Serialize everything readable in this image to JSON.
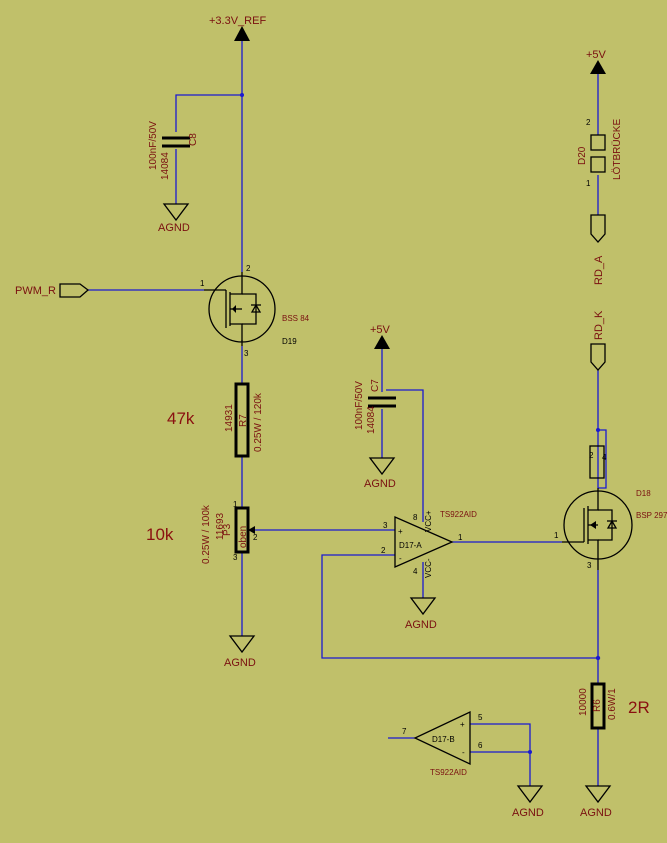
{
  "nets": {
    "v33_ref": "+3.3V_REF",
    "v5_top": "+5V",
    "v5_mid": "+5V",
    "agnd": "AGND",
    "pwm_r": "PWM_R",
    "rd_a": "RD_A",
    "rd_k": "RD_K"
  },
  "components": {
    "c8": {
      "ref": "C8",
      "value": "100nF/50V",
      "code": "14084"
    },
    "c7": {
      "ref": "C7",
      "value": "100nF/50V",
      "code": "14084"
    },
    "d19": {
      "ref": "D19",
      "part": "BSS 84"
    },
    "d18": {
      "ref": "D18",
      "part": "BSP 297"
    },
    "r7": {
      "ref": "R7",
      "value": "0.25W / 120k",
      "code": "14931",
      "note": "47k"
    },
    "p3": {
      "ref": "P3",
      "value": "0.25W / 100k",
      "code": "11693",
      "body": "oben",
      "note": "10k"
    },
    "r6": {
      "ref": "R6",
      "value": "0.6W/1",
      "code": "10000",
      "note": "2R"
    },
    "d17a": {
      "ref": "D17-A",
      "part": "TS922AID",
      "vccp": "VCC+",
      "vccm": "VCC-"
    },
    "d17b": {
      "ref": "D17-B",
      "part": "TS922AID"
    },
    "d20": {
      "ref": "D20",
      "part": "LÖTBRÜCKE"
    }
  },
  "pins": {
    "p1": "1",
    "p2": "2",
    "p3": "3",
    "p4": "4",
    "p5": "5",
    "p6": "6",
    "p7": "7",
    "p8": "8",
    "plus": "+",
    "minus": "-"
  }
}
